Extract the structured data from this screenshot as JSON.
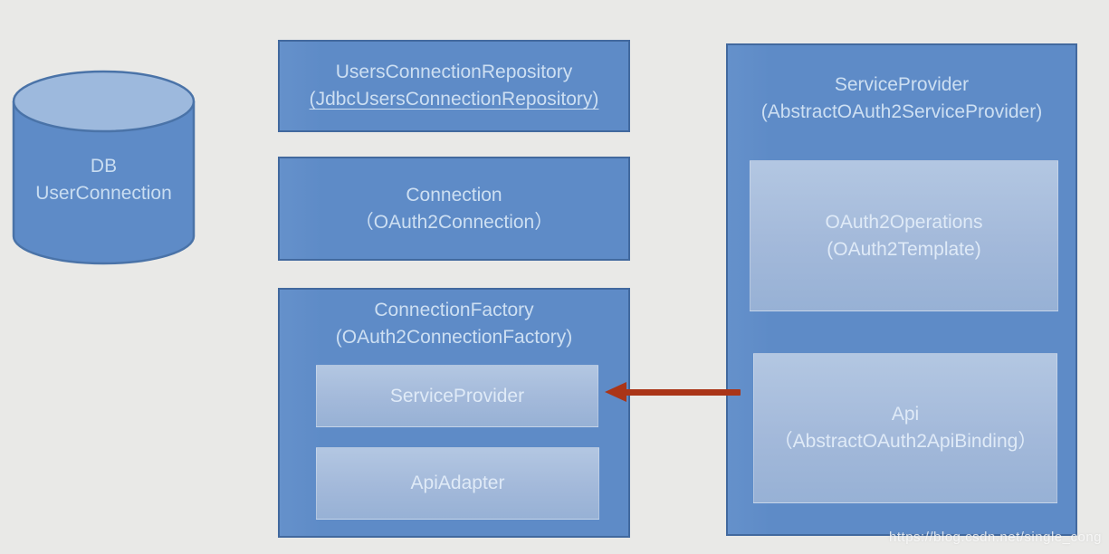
{
  "watermark": "https://blog.csdn.net/single_cong",
  "colors": {
    "background": "#e9e9e7",
    "box_fill": "#5e8bc7",
    "box_border": "#42699e",
    "inner_box_fill_top": "#b3c7e2",
    "inner_box_fill_bottom": "#97b1d5",
    "box_text": "#cddff2",
    "inner_box_text": "#dfeaf7",
    "cylinder_top_fill": "#9db9dd",
    "cylinder_stroke": "#4a73a8",
    "arrow": "#aa3518"
  },
  "database": {
    "line1": "DB",
    "line2": "UserConnection"
  },
  "repository_box": {
    "title": "UsersConnectionRepository",
    "subtitle": "(JdbcUsersConnectionRepository)"
  },
  "connection_box": {
    "title": "Connection",
    "subtitle": "（OAuth2Connection）"
  },
  "factory_box": {
    "title": "ConnectionFactory",
    "subtitle": "(OAuth2ConnectionFactory)",
    "service_provider_label": "ServiceProvider",
    "api_adapter_label": "ApiAdapter"
  },
  "provider_box": {
    "title": "ServiceProvider",
    "subtitle": "(AbstractOAuth2ServiceProvider)",
    "operations": {
      "title": "OAuth2Operations",
      "subtitle": "(OAuth2Template)"
    },
    "api": {
      "title": "Api",
      "subtitle": "（AbstractOAuth2ApiBinding）"
    }
  }
}
